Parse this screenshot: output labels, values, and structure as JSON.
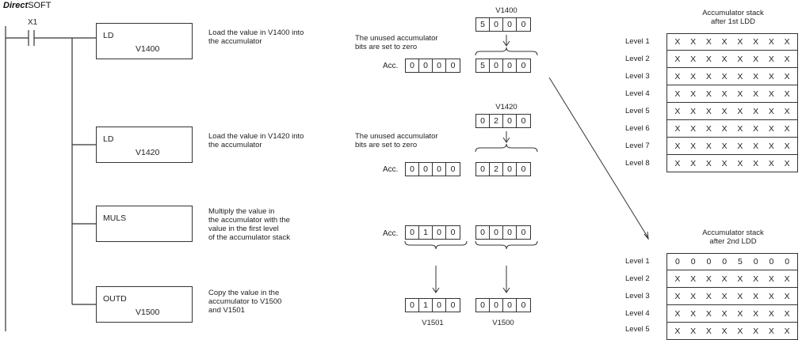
{
  "brand": {
    "bold": "Direct",
    "rest": "SOFT"
  },
  "contact": "X1",
  "rungs": [
    {
      "mnemonic": "LD",
      "operand": "V1400",
      "desc": "Load the value in V1400 into\nthe accumulator"
    },
    {
      "mnemonic": "LD",
      "operand": "V1420",
      "desc": "Load the value in V1420 into\nthe accumulator"
    },
    {
      "mnemonic": "MULS",
      "operand": "",
      "desc": "Multiply  the  value in\nthe accumulator with the\nvalue in the first level\nof the accumulator stack"
    },
    {
      "mnemonic": "OUTD",
      "operand": "V1500",
      "desc": "Copy the value in the\naccumulator to V1500\nand V1501"
    }
  ],
  "unused_note": "The unused accumulator\nbits are set to zero",
  "acc_label": "Acc.",
  "step1": {
    "source": "V1400",
    "source_digits": [
      "5",
      "0",
      "0",
      "0"
    ],
    "acc_digits": [
      "0",
      "0",
      "0",
      "0",
      "5",
      "0",
      "0",
      "0"
    ]
  },
  "step2": {
    "source": "V1420",
    "source_digits": [
      "0",
      "2",
      "0",
      "0"
    ],
    "acc_digits": [
      "0",
      "0",
      "0",
      "0",
      "0",
      "2",
      "0",
      "0"
    ]
  },
  "step3": {
    "acc_digits": [
      "0",
      "1",
      "0",
      "0",
      "0",
      "0",
      "0",
      "0"
    ],
    "out_high": [
      "0",
      "1",
      "0",
      "0"
    ],
    "out_low": [
      "0",
      "0",
      "0",
      "0"
    ],
    "out_high_label": "V1501",
    "out_low_label": "V1500"
  },
  "stack1": {
    "title": "Accumulator stack\nafter 1st LDD",
    "rows": [
      {
        "label": "Level 1",
        "cells": [
          "X",
          "X",
          "X",
          "X",
          "X",
          "X",
          "X",
          "X"
        ]
      },
      {
        "label": "Level 2",
        "cells": [
          "X",
          "X",
          "X",
          "X",
          "X",
          "X",
          "X",
          "X"
        ]
      },
      {
        "label": "Level 3",
        "cells": [
          "X",
          "X",
          "X",
          "X",
          "X",
          "X",
          "X",
          "X"
        ]
      },
      {
        "label": "Level 4",
        "cells": [
          "X",
          "X",
          "X",
          "X",
          "X",
          "X",
          "X",
          "X"
        ]
      },
      {
        "label": "Level 5",
        "cells": [
          "X",
          "X",
          "X",
          "X",
          "X",
          "X",
          "X",
          "X"
        ]
      },
      {
        "label": "Level 6",
        "cells": [
          "X",
          "X",
          "X",
          "X",
          "X",
          "X",
          "X",
          "X"
        ]
      },
      {
        "label": "Level 7",
        "cells": [
          "X",
          "X",
          "X",
          "X",
          "X",
          "X",
          "X",
          "X"
        ]
      },
      {
        "label": "Level 8",
        "cells": [
          "X",
          "X",
          "X",
          "X",
          "X",
          "X",
          "X",
          "X"
        ]
      }
    ]
  },
  "stack2": {
    "title": "Accumulator stack\nafter 2nd LDD",
    "rows": [
      {
        "label": "Level 1",
        "cells": [
          "0",
          "0",
          "0",
          "0",
          "5",
          "0",
          "0",
          "0"
        ]
      },
      {
        "label": "Level 2",
        "cells": [
          "X",
          "X",
          "X",
          "X",
          "X",
          "X",
          "X",
          "X"
        ]
      },
      {
        "label": "Level 3",
        "cells": [
          "X",
          "X",
          "X",
          "X",
          "X",
          "X",
          "X",
          "X"
        ]
      },
      {
        "label": "Level 4",
        "cells": [
          "X",
          "X",
          "X",
          "X",
          "X",
          "X",
          "X",
          "X"
        ]
      },
      {
        "label": "Level 5",
        "cells": [
          "X",
          "X",
          "X",
          "X",
          "X",
          "X",
          "X",
          "X"
        ]
      }
    ]
  }
}
